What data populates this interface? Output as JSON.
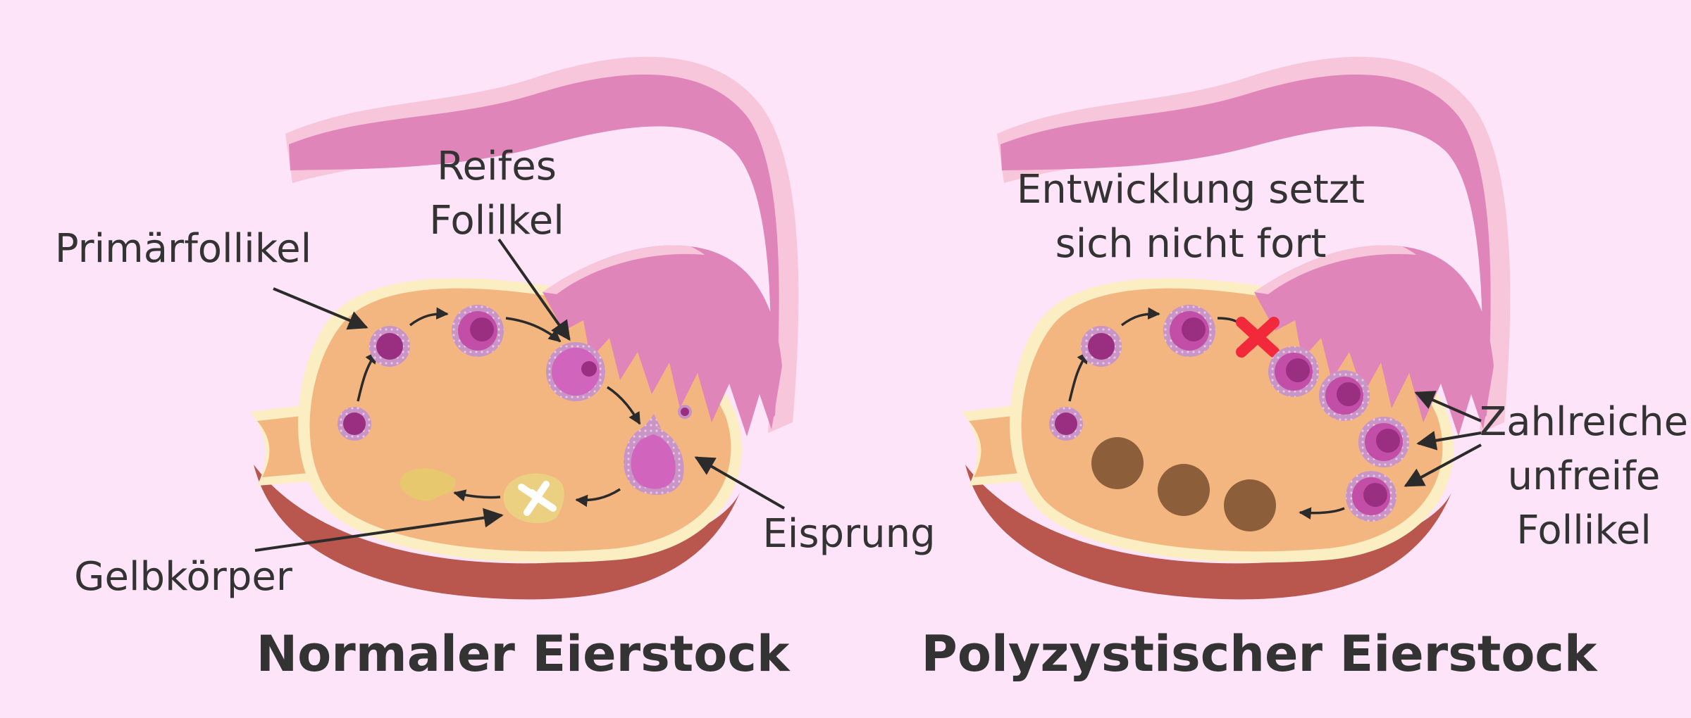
{
  "colors": {
    "background": "#fde4f8",
    "tube_outer": "#f8c6da",
    "tube_inner": "#e085b9",
    "ovary_fill": "#f3b681",
    "ovary_rim": "#fbeec2",
    "ovary_base": "#b9574f",
    "follicle_outer": "#c792c4",
    "follicle_core": "#9a2f82",
    "cyst": "#8c5f3a",
    "corpus_luteum": "#ecd081",
    "block_mark": "#f2293b",
    "text": "#333333"
  },
  "panels": {
    "normal": {
      "title": "Normaler Eierstock",
      "labels": {
        "primary_follicle": "Primärfollikel",
        "mature_follicle_line1": "Reifes",
        "mature_follicle_line2": "Folilkel",
        "ovulation": "Eisprung",
        "corpus_luteum": "Gelbkörper"
      }
    },
    "polycystic": {
      "title": "Polyzystischer Eierstock",
      "labels": {
        "arrest_line1": "Entwicklung setzt",
        "arrest_line2": "sich nicht fort",
        "many_line1": "Zahlreiche",
        "many_line2": "unfreife",
        "many_line3": "Follikel"
      }
    }
  }
}
